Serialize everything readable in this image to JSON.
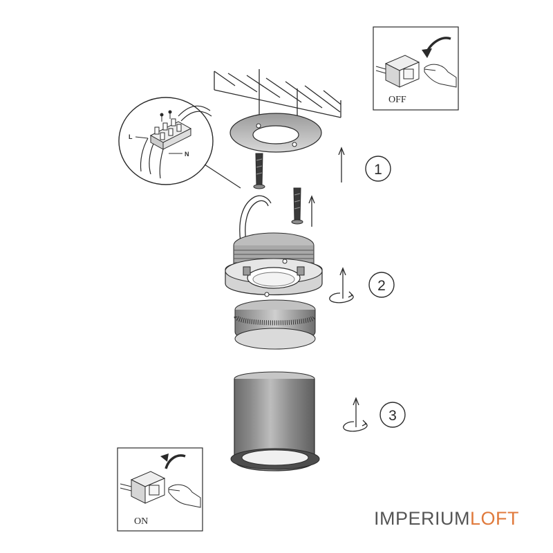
{
  "labels": {
    "off": "OFF",
    "on": "ON",
    "live": "L",
    "neutral": "N"
  },
  "steps": [
    "1",
    "2",
    "3"
  ],
  "brand": {
    "part1": "IMPERIUM",
    "part2": "LOFT",
    "color_primary": "#555555",
    "color_accent": "#e07a3c"
  },
  "colors": {
    "line": "#2a2a2a",
    "shade": "#666666"
  }
}
